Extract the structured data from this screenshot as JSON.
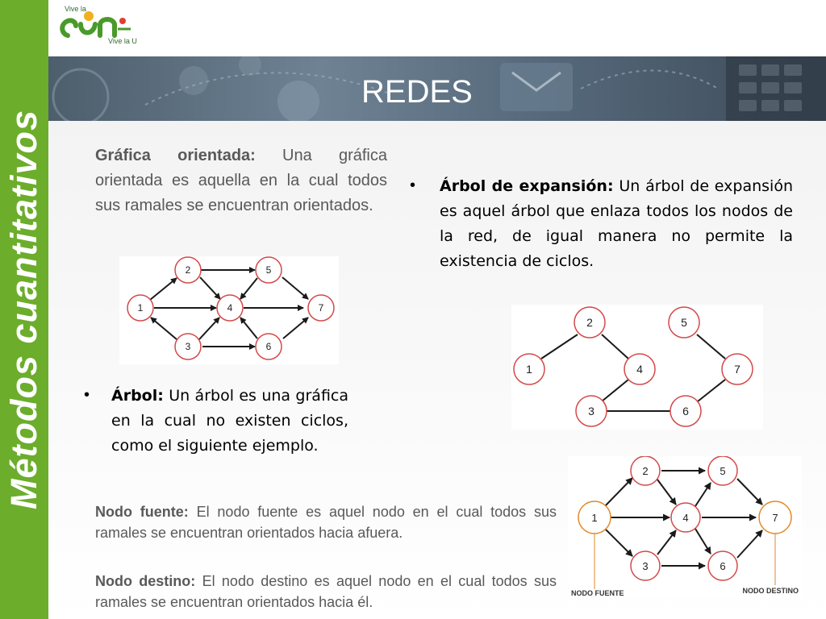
{
  "sidebar": {
    "title": "Métodos cuantitativos",
    "color": "#6cad2c"
  },
  "logo": {
    "top_text": "Vive la",
    "brand": "cun",
    "bottom_text": "Vive la U"
  },
  "header": {
    "title": "REDES"
  },
  "sections": {
    "directed": {
      "term": "Gráfica orientada:",
      "text": " Una gráfica orientada es aquella en la cual todos sus ramales se encuentran orientados."
    },
    "spanning_tree": {
      "term": "Árbol de expansión:",
      "text": " Un árbol de expansión es aquel árbol que enlaza todos los nodos de la red, de igual manera no permite la existencia de ciclos."
    },
    "tree": {
      "term": "Árbol:",
      "text": " Un árbol es una gráfica en la cual no existen ciclos, como el siguiente ejemplo."
    },
    "source": {
      "term": "Nodo fuente:",
      "text": " El nodo fuente es aquel nodo en el cual todos sus ramales se encuentran orientados hacia afuera."
    },
    "sink": {
      "term": "Nodo destino:",
      "text": " El nodo destino es aquel nodo en el cual todos sus ramales se encuentran orientados hacia él."
    }
  },
  "diagrams": {
    "directed_graph": {
      "nodes": [
        "1",
        "2",
        "3",
        "4",
        "5",
        "6",
        "7"
      ],
      "edges": [
        [
          "1",
          "2"
        ],
        [
          "1",
          "4"
        ],
        [
          "3",
          "1"
        ],
        [
          "2",
          "5"
        ],
        [
          "5",
          "4"
        ],
        [
          "2",
          "4"
        ],
        [
          "4",
          "7"
        ],
        [
          "5",
          "7"
        ],
        [
          "3",
          "4"
        ],
        [
          "3",
          "6"
        ],
        [
          "6",
          "4"
        ],
        [
          "6",
          "7"
        ]
      ]
    },
    "spanning_tree": {
      "nodes": [
        "1",
        "2",
        "3",
        "4",
        "5",
        "6",
        "7"
      ],
      "edges": [
        [
          "1",
          "2"
        ],
        [
          "2",
          "4"
        ],
        [
          "4",
          "3"
        ],
        [
          "3",
          "6"
        ],
        [
          "6",
          "7"
        ],
        [
          "5",
          "7"
        ]
      ]
    },
    "source_sink": {
      "nodes": [
        "1",
        "2",
        "3",
        "4",
        "5",
        "6",
        "7"
      ],
      "source_label": "NODO FUENTE",
      "sink_label": "NODO DESTINO",
      "highlight_color": "#e08a2a"
    }
  }
}
